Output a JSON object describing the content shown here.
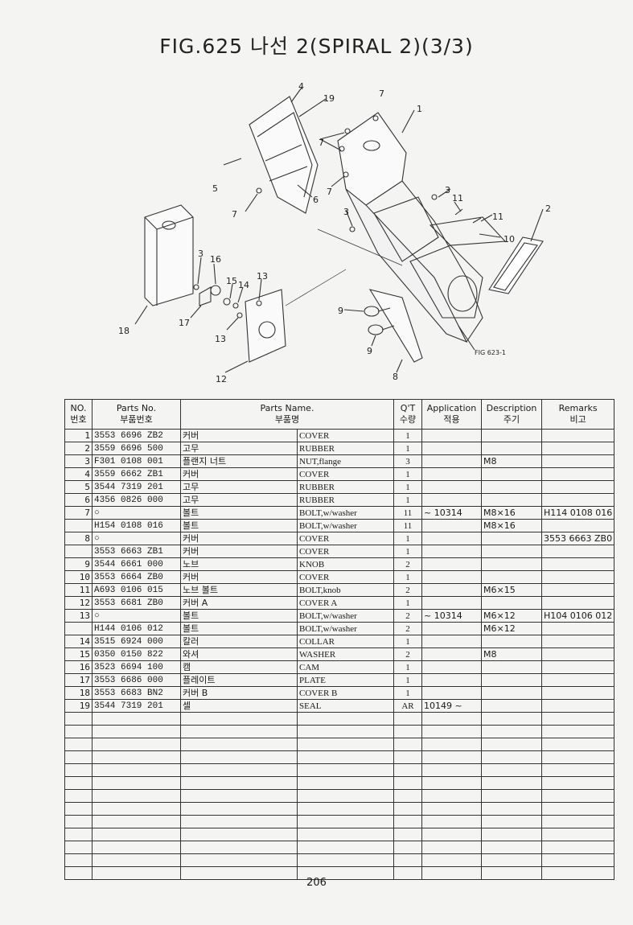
{
  "title": "FIG.625 나선 2(SPIRAL 2)(3/3)",
  "diagram": {
    "callouts": [
      "1",
      "2",
      "3",
      "3",
      "3",
      "4",
      "5",
      "6",
      "7",
      "7",
      "7",
      "7",
      "8",
      "9",
      "9",
      "10",
      "11",
      "11",
      "12",
      "13",
      "13",
      "14",
      "15",
      "16",
      "17",
      "18",
      "19"
    ],
    "ref": "FIG 623-1"
  },
  "table": {
    "headers": {
      "no_en": "NO.",
      "no_ko": "번호",
      "pn_en": "Parts No.",
      "pn_ko": "부품번호",
      "name_en": "Parts Name.",
      "name_ko": "부품명",
      "qty_en": "Q'T",
      "qty_ko": "수량",
      "app_en": "Application",
      "app_ko": "적용",
      "desc_en": "Description",
      "desc_ko": "주기",
      "rem_en": "Remarks",
      "rem_ko": "비고"
    },
    "rows": [
      {
        "no": "1",
        "pn": "3553 6696 ZB2",
        "ko": "커버",
        "en": "COVER",
        "qty": "1",
        "app": "",
        "desc": "",
        "rem": ""
      },
      {
        "no": "2",
        "pn": "3559 6696 500",
        "ko": "고무",
        "en": "RUBBER",
        "qty": "1",
        "app": "",
        "desc": "",
        "rem": ""
      },
      {
        "no": "3",
        "pn": "F301 0108 001",
        "ko": "플랜지 너트",
        "en": "NUT,flange",
        "qty": "3",
        "app": "",
        "desc": "M8",
        "rem": ""
      },
      {
        "no": "4",
        "pn": "3559 6662 ZB1",
        "ko": "커버",
        "en": "COVER",
        "qty": "1",
        "app": "",
        "desc": "",
        "rem": ""
      },
      {
        "no": "5",
        "pn": "3544 7319 201",
        "ko": "고무",
        "en": "RUBBER",
        "qty": "1",
        "app": "",
        "desc": "",
        "rem": ""
      },
      {
        "no": "6",
        "pn": "4356 0826 000",
        "ko": "고무",
        "en": "RUBBER",
        "qty": "1",
        "app": "",
        "desc": "",
        "rem": ""
      },
      {
        "no": "7",
        "pn": "○",
        "ko": "볼트",
        "en": "BOLT,w/washer",
        "qty": "11",
        "app": "~ 10314",
        "desc": "M8×16",
        "rem": "H114 0108 016"
      },
      {
        "no": "",
        "pn": "H154 0108 016",
        "ko": "볼트",
        "en": "BOLT,w/washer",
        "qty": "11",
        "app": "",
        "desc": "M8×16",
        "rem": ""
      },
      {
        "no": "8",
        "pn": "○",
        "ko": "커버",
        "en": "COVER",
        "qty": "1",
        "app": "",
        "desc": "",
        "rem": "3553 6663 ZB0"
      },
      {
        "no": "",
        "pn": "3553 6663 ZB1",
        "ko": "커버",
        "en": "COVER",
        "qty": "1",
        "app": "",
        "desc": "",
        "rem": ""
      },
      {
        "no": "9",
        "pn": "3544 6661 000",
        "ko": "노브",
        "en": "KNOB",
        "qty": "2",
        "app": "",
        "desc": "",
        "rem": ""
      },
      {
        "no": "10",
        "pn": "3553 6664 ZB0",
        "ko": "커버",
        "en": "COVER",
        "qty": "1",
        "app": "",
        "desc": "",
        "rem": ""
      },
      {
        "no": "11",
        "pn": "A693 0106 015",
        "ko": "노브 볼트",
        "en": "BOLT,knob",
        "qty": "2",
        "app": "",
        "desc": "M6×15",
        "rem": ""
      },
      {
        "no": "12",
        "pn": "3553 6681 ZB0",
        "ko": "커버 A",
        "en": "COVER A",
        "qty": "1",
        "app": "",
        "desc": "",
        "rem": ""
      },
      {
        "no": "13",
        "pn": "○",
        "ko": "볼트",
        "en": "BOLT,w/washer",
        "qty": "2",
        "app": "~ 10314",
        "desc": "M6×12",
        "rem": "H104 0106 012"
      },
      {
        "no": "",
        "pn": "H144 0106 012",
        "ko": "볼트",
        "en": "BOLT,w/washer",
        "qty": "2",
        "app": "",
        "desc": "M6×12",
        "rem": ""
      },
      {
        "no": "14",
        "pn": "3515 6924 000",
        "ko": "칼러",
        "en": "COLLAR",
        "qty": "1",
        "app": "",
        "desc": "",
        "rem": ""
      },
      {
        "no": "15",
        "pn": "0350 0150 822",
        "ko": "와셔",
        "en": "WASHER",
        "qty": "2",
        "app": "",
        "desc": "M8",
        "rem": ""
      },
      {
        "no": "16",
        "pn": "3523 6694 100",
        "ko": "캠",
        "en": "CAM",
        "qty": "1",
        "app": "",
        "desc": "",
        "rem": ""
      },
      {
        "no": "17",
        "pn": "3553 6686 000",
        "ko": "플레이트",
        "en": "PLATE",
        "qty": "1",
        "app": "",
        "desc": "",
        "rem": ""
      },
      {
        "no": "18",
        "pn": "3553 6683 BN2",
        "ko": "커버 B",
        "en": "COVER B",
        "qty": "1",
        "app": "",
        "desc": "",
        "rem": ""
      },
      {
        "no": "19",
        "pn": "3544 7319 201",
        "ko": "셀",
        "en": "SEAL",
        "qty": "AR",
        "app": "10149 ~",
        "desc": "",
        "rem": ""
      }
    ],
    "empty_rows": 13
  },
  "page_number": "206"
}
